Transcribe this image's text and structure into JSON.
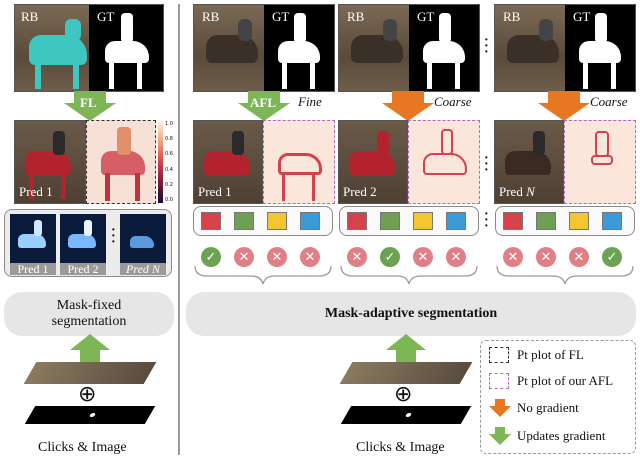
{
  "labels": {
    "rb": "RB",
    "gt": "GT"
  },
  "left": {
    "fl_label": "FL",
    "pred": "Pred 1",
    "thumbs": [
      "Pred 1",
      "Pred 2",
      "Pred N"
    ],
    "pill": "Mask-fixed segmentation",
    "caption": "Clicks & Image"
  },
  "right": {
    "columns": [
      {
        "arrow": "AFL",
        "tag": "Fine",
        "pred": "Pred 1"
      },
      {
        "arrow": "",
        "tag": "Coarse",
        "pred": "Pred 2"
      },
      {
        "arrow": "",
        "tag": "Coarse",
        "pred": "Pred N"
      }
    ],
    "pill": "Mask-adaptive segmentation",
    "caption": "Clicks & Image"
  },
  "legend": {
    "items": [
      "Pt plot of FL",
      "Pt plot of our AFL",
      "No gradient",
      "Updates gradient"
    ]
  },
  "colors": {
    "green_arrow": "#7cb655",
    "orange_arrow": "#e87722",
    "red": "#d6424b",
    "green": "#6f9f52",
    "yellow": "#f2c531",
    "blue": "#3b9bd9"
  },
  "colorbar_ticks": [
    "1.0",
    "0.8",
    "0.6",
    "0.4",
    "0.2",
    "0.0"
  ],
  "check_pattern": [
    [
      "check",
      "cross",
      "cross",
      "cross"
    ],
    [
      "cross",
      "check",
      "cross",
      "cross"
    ],
    [
      "cross",
      "cross",
      "cross",
      "check"
    ]
  ]
}
